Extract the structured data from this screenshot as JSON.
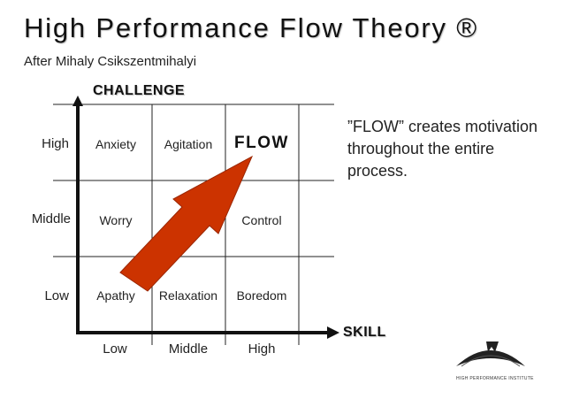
{
  "title": "High Performance Flow Theory ®",
  "subtitle": "After Mihaly Csikszentmihalyi",
  "diagram": {
    "y_axis_label": "CHALLENGE",
    "x_axis_label": "SKILL",
    "row_labels": [
      "High",
      "Middle",
      "Low"
    ],
    "col_labels": [
      "Low",
      "Middle",
      "High"
    ],
    "cells": {
      "high_low": "Anxiety",
      "high_middle": "Agitation",
      "high_high": "FLOW",
      "middle_low": "Worry",
      "middle_middle": "",
      "middle_high": "Control",
      "low_low": "Apathy",
      "low_middle": "Relaxation",
      "low_high": "Boredom"
    },
    "arrow_color": "#cc3300",
    "arrow_icon": "diagonal-arrow-icon"
  },
  "callout": "”FLOW” creates motivation throughout the entire process.",
  "logo": {
    "text": "HIGH PERFORMANCE INSTITUTE",
    "icon": "mountain-arc-logo-icon"
  }
}
